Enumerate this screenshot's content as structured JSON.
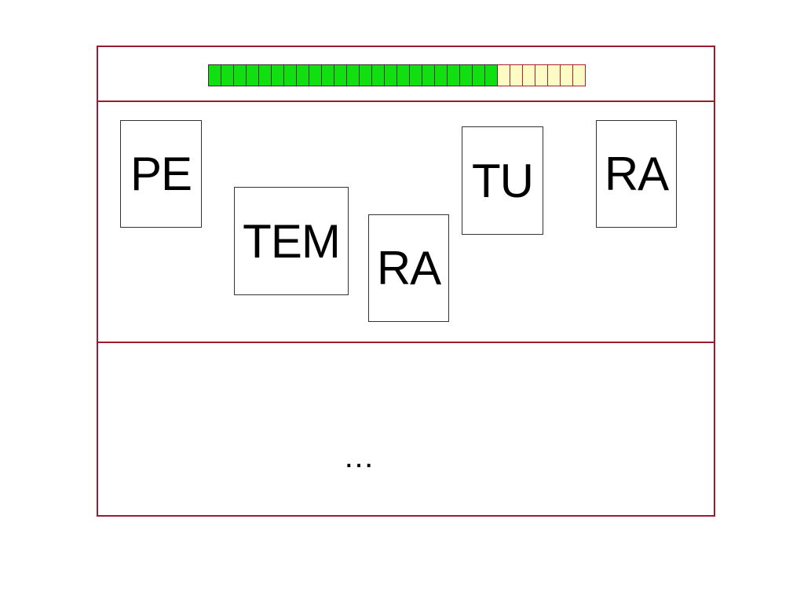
{
  "timer": {
    "total_segments": 30,
    "filled_segments": 23,
    "filled_color": "#10e010",
    "empty_color": "#fdfbc4"
  },
  "tiles": [
    {
      "label": "PE"
    },
    {
      "label": "TEM"
    },
    {
      "label": "RA"
    },
    {
      "label": "TU"
    },
    {
      "label": "RA"
    }
  ],
  "answer_area": {
    "text": "…"
  },
  "colors": {
    "frame": "#9b1b30"
  }
}
